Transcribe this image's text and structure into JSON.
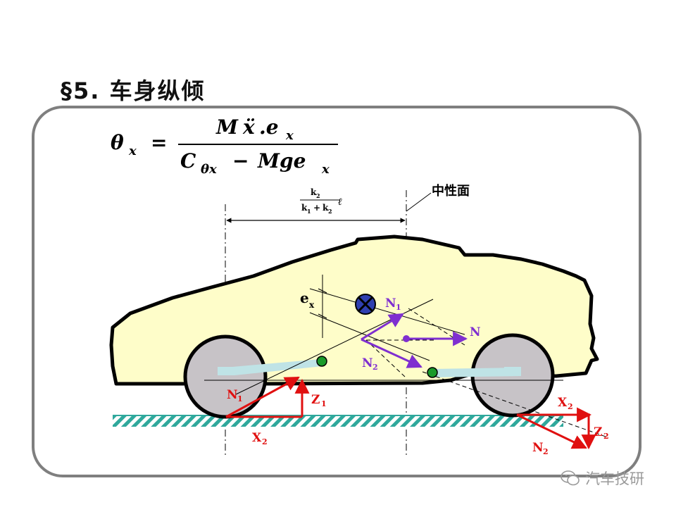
{
  "title": "§5. 车身纵倾",
  "formula": {
    "lhs_symbol": "θ",
    "lhs_sub": "x",
    "equals": "=",
    "numerator": [
      "M",
      "ẍ",
      ".e",
      "x"
    ],
    "denominator": [
      "C",
      "θx",
      "−",
      "Mge",
      "x"
    ]
  },
  "dimension": {
    "frac_num": "k",
    "frac_num_sub": "2",
    "frac_den": "k",
    "frac_den_sub1": "1",
    "frac_plus": "+",
    "frac_den_sub2": "2",
    "ell": "ℓ"
  },
  "labels": {
    "neutral_plane": "中性面",
    "ex": "e",
    "ex_sub": "x",
    "N1_upper": "N",
    "N1_upper_sub": "1",
    "N2_upper": "N",
    "N2_upper_sub": "2",
    "N_resultant": "N",
    "N1_lower": "N",
    "N1_lower_sub": "1",
    "Z1": "Z",
    "Z1_sub": "1",
    "X2_left": "X",
    "X2_left_sub": "2",
    "X2_right": "X",
    "X2_right_sub": "2",
    "Z2": "Z",
    "Z2_sub": "2",
    "N2_lower": "N",
    "N2_lower_sub": "2"
  },
  "watermark": "汽车技研",
  "colors": {
    "car_body_fill": "#fefdc9",
    "wheel_fill": "#c7c3c7",
    "ground_hatch": "#2fa89c",
    "purple": "#7f2fd0",
    "red": "#e01010",
    "green_joint": "#1a9a2a",
    "link_fill": "#bfe3e6",
    "cg_fill": "#2f3fb0",
    "frame_border": "#7f7f7f"
  },
  "icons": [
    "cg-marker-icon",
    "wechat-logo-icon"
  ]
}
